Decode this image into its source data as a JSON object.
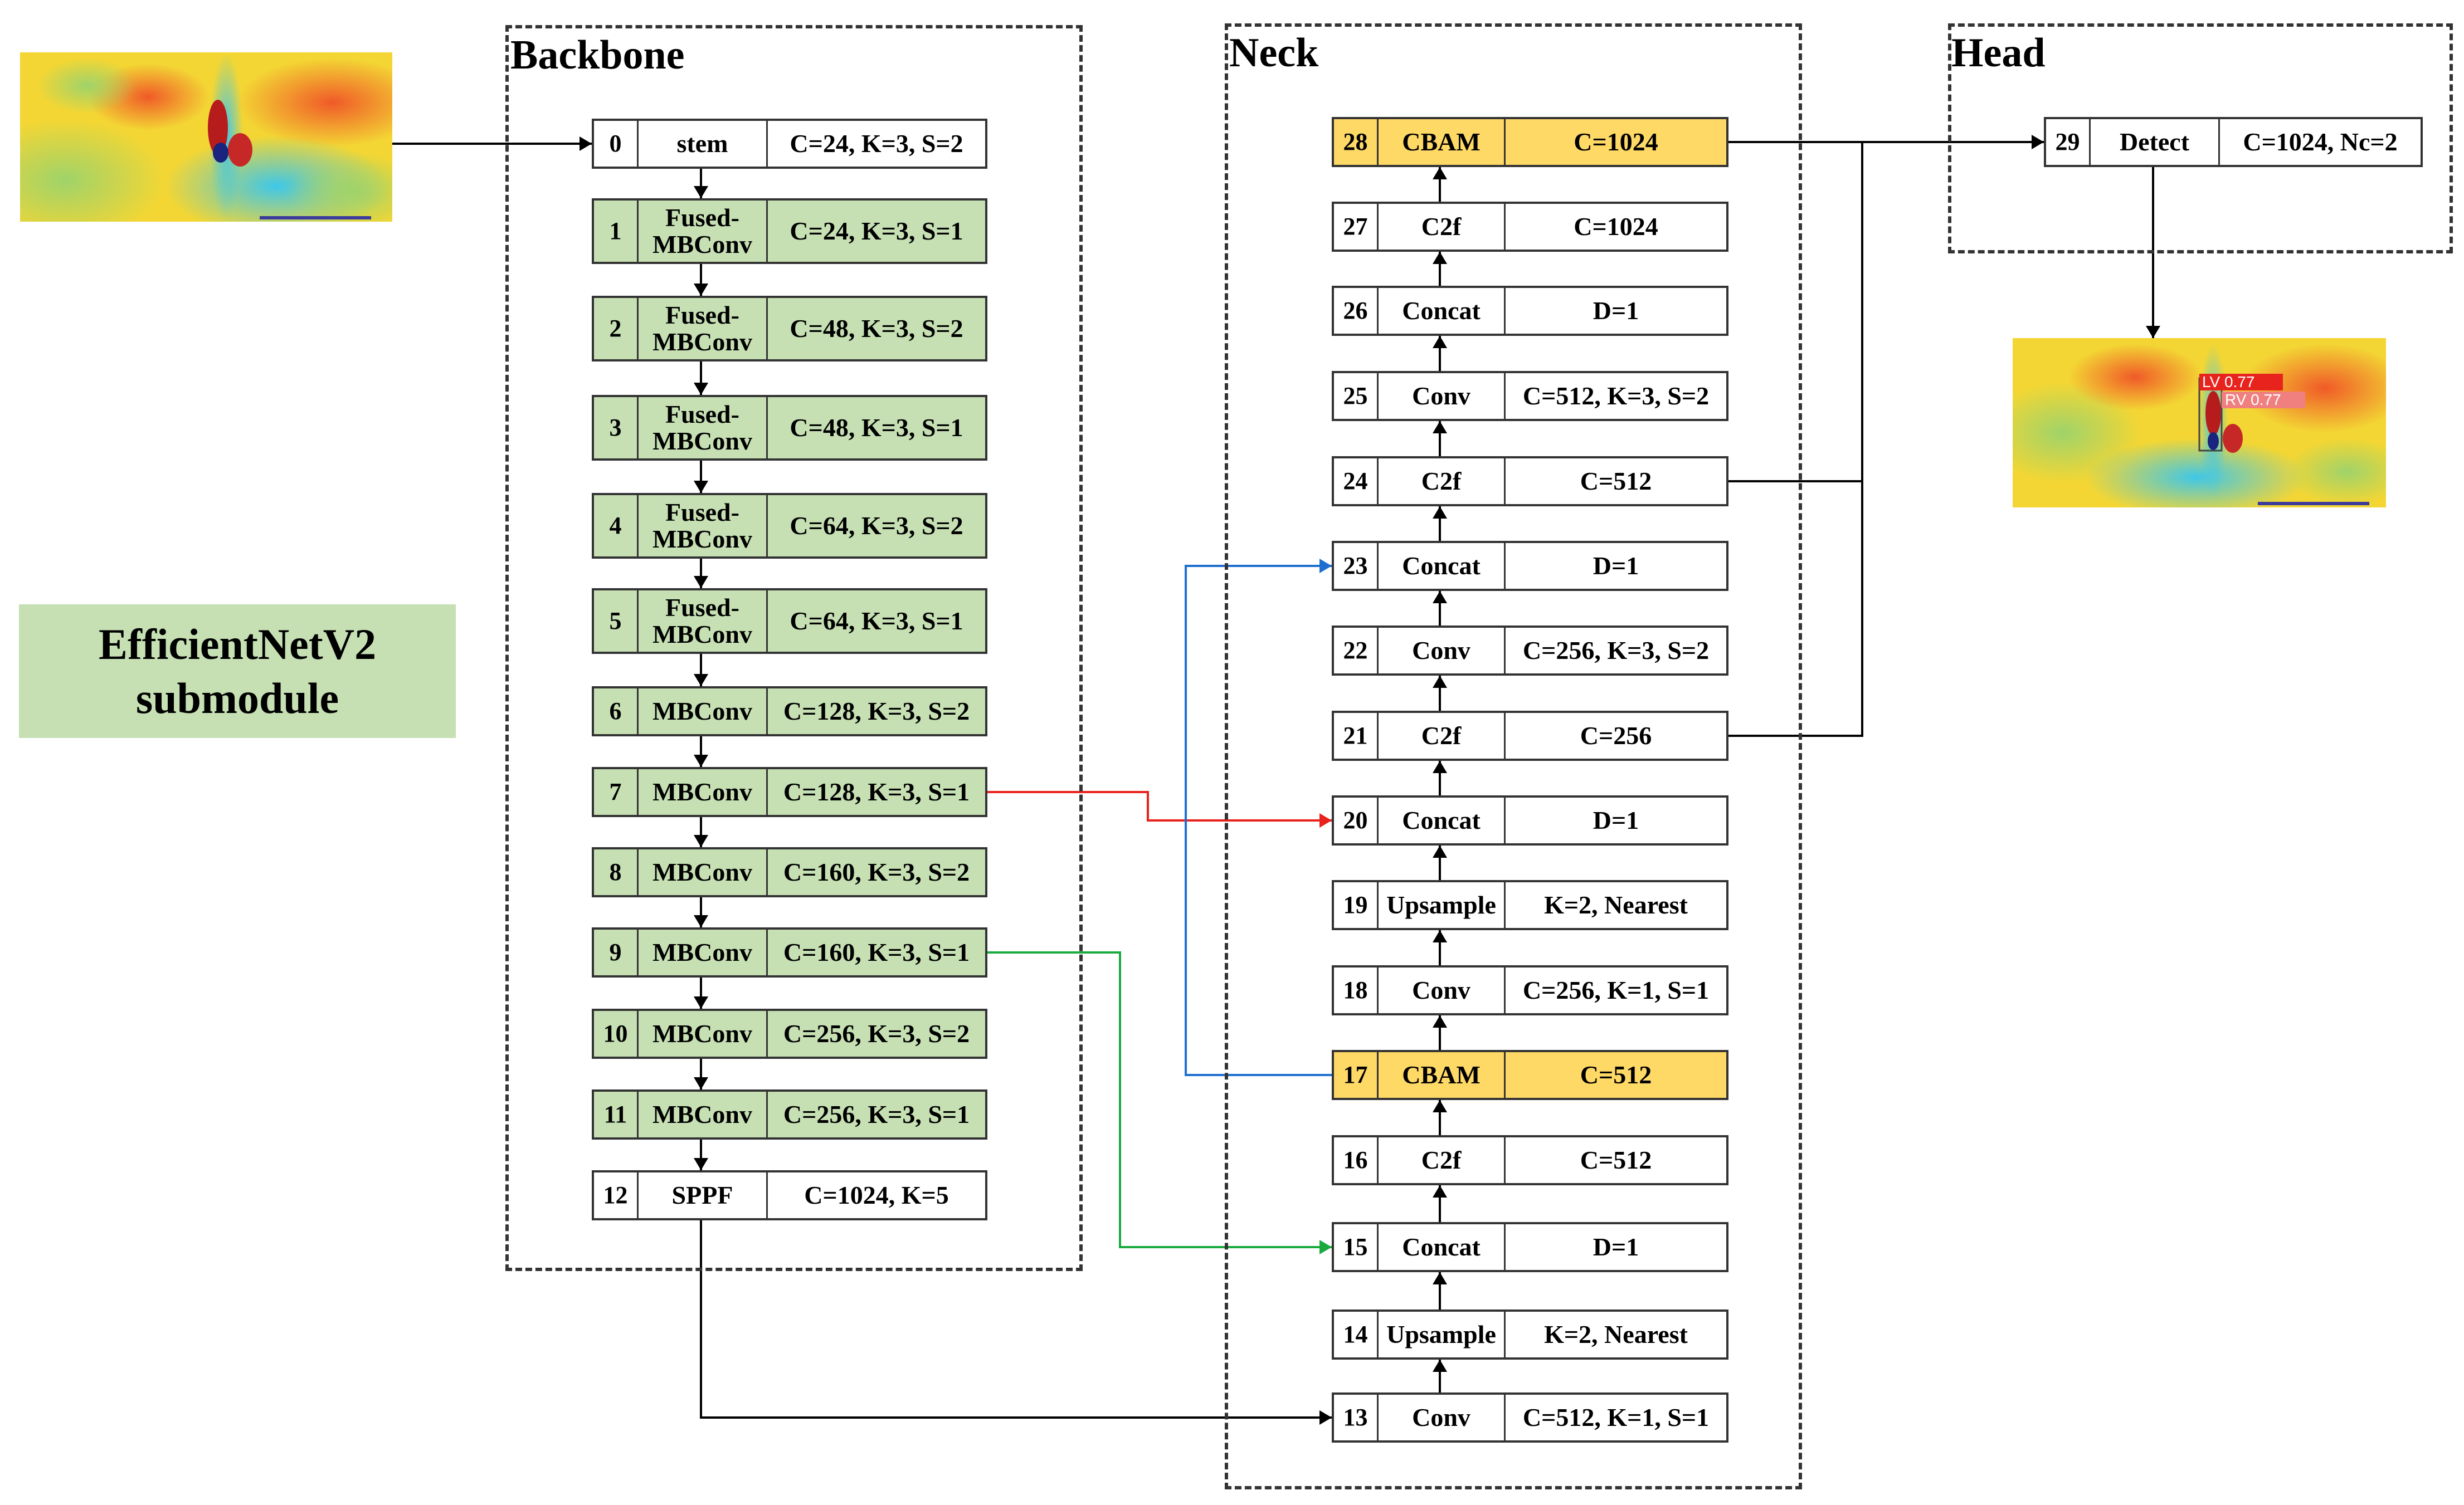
{
  "sections": {
    "backbone": "Backbone",
    "neck": "Neck",
    "head": "Head"
  },
  "legend": {
    "line1": "EfficientNetV2",
    "line2": "submodule"
  },
  "colors": {
    "efficientnet_block": "#c6e0b4",
    "cbam_block": "#ffd966",
    "plain_block": "#ffffff",
    "skip_layer7": "#e8221d",
    "skip_layer9": "#1aaa3e",
    "skip_layer17": "#1e6fd0",
    "main_flow": "#000000"
  },
  "input_image": {
    "description_icon": "heatmap-image"
  },
  "output_image": {
    "detections": [
      {
        "label": "LV 0.77"
      },
      {
        "label": "RV 0.77"
      }
    ]
  },
  "layers": [
    {
      "id": "0",
      "name": "stem",
      "params": "C=24, K=3, S=2"
    },
    {
      "id": "1",
      "name": "Fused-\nMBConv",
      "params": "C=24, K=3, S=1"
    },
    {
      "id": "2",
      "name": "Fused-\nMBConv",
      "params": "C=48, K=3, S=2"
    },
    {
      "id": "3",
      "name": "Fused-\nMBConv",
      "params": "C=48, K=3, S=1"
    },
    {
      "id": "4",
      "name": "Fused-\nMBConv",
      "params": "C=64, K=3, S=2"
    },
    {
      "id": "5",
      "name": "Fused-\nMBConv",
      "params": "C=64, K=3, S=1"
    },
    {
      "id": "6",
      "name": "MBConv",
      "params": "C=128, K=3, S=2"
    },
    {
      "id": "7",
      "name": "MBConv",
      "params": "C=128, K=3, S=1"
    },
    {
      "id": "8",
      "name": "MBConv",
      "params": "C=160, K=3, S=2"
    },
    {
      "id": "9",
      "name": "MBConv",
      "params": "C=160, K=3, S=1"
    },
    {
      "id": "10",
      "name": "MBConv",
      "params": "C=256, K=3, S=2"
    },
    {
      "id": "11",
      "name": "MBConv",
      "params": "C=256, K=3, S=1"
    },
    {
      "id": "12",
      "name": "SPPF",
      "params": "C=1024, K=5"
    },
    {
      "id": "13",
      "name": "Conv",
      "params": "C=512, K=1, S=1"
    },
    {
      "id": "14",
      "name": "Upsample",
      "params": "K=2, Nearest"
    },
    {
      "id": "15",
      "name": "Concat",
      "params": "D=1"
    },
    {
      "id": "16",
      "name": "C2f",
      "params": "C=512"
    },
    {
      "id": "17",
      "name": "CBAM",
      "params": "C=512"
    },
    {
      "id": "18",
      "name": "Conv",
      "params": "C=256, K=1, S=1"
    },
    {
      "id": "19",
      "name": "Upsample",
      "params": "K=2, Nearest"
    },
    {
      "id": "20",
      "name": "Concat",
      "params": "D=1"
    },
    {
      "id": "21",
      "name": "C2f",
      "params": "C=256"
    },
    {
      "id": "22",
      "name": "Conv",
      "params": "C=256, K=3, S=2"
    },
    {
      "id": "23",
      "name": "Concat",
      "params": "D=1"
    },
    {
      "id": "24",
      "name": "C2f",
      "params": "C=512"
    },
    {
      "id": "25",
      "name": "Conv",
      "params": "C=512, K=3, S=2"
    },
    {
      "id": "26",
      "name": "Concat",
      "params": "D=1"
    },
    {
      "id": "27",
      "name": "C2f",
      "params": "C=1024"
    },
    {
      "id": "28",
      "name": "CBAM",
      "params": "C=1024"
    },
    {
      "id": "29",
      "name": "Detect",
      "params": "C=1024, Nc=2"
    }
  ]
}
